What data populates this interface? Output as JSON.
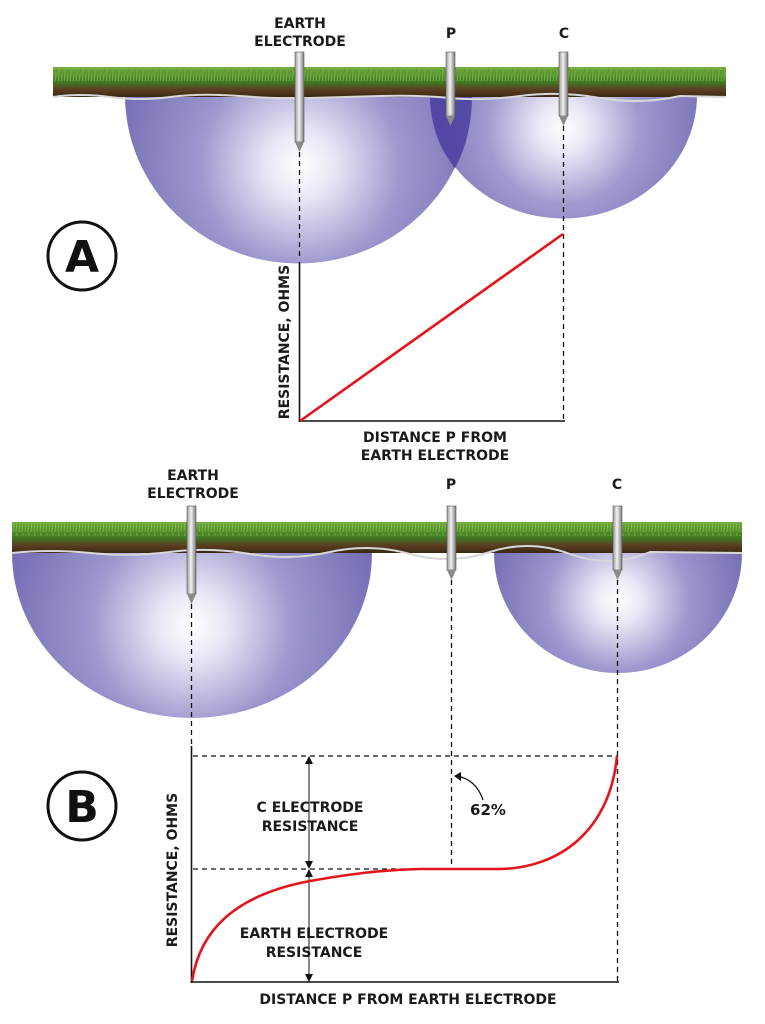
{
  "panel_a": {
    "badge": "A",
    "earth_electrode_line1": "EARTH",
    "earth_electrode_line2": "ELECTRODE",
    "p_label": "P",
    "c_label": "C",
    "y_axis_label": "RESISTANCE, OHMS",
    "x_axis_line1": "DISTANCE P FROM",
    "x_axis_line2": "EARTH ELECTRODE"
  },
  "panel_b": {
    "badge": "B",
    "earth_electrode_line1": "EARTH",
    "earth_electrode_line2": "ELECTRODE",
    "p_label": "P",
    "c_label": "C",
    "y_axis_label": "RESISTANCE, OHMS",
    "x_axis_label": "DISTANCE P FROM EARTH ELECTRODE",
    "c_res_line1": "C ELECTRODE",
    "c_res_line2": "RESISTANCE",
    "e_res_line1": "EARTH ELECTRODE",
    "e_res_line2": "RESISTANCE",
    "percent_label": "62%"
  },
  "colors": {
    "curve": "#e4141b",
    "hemisphere": "#7b75b8",
    "hemisphere_overlap": "#4a40a0",
    "grass": "#4f8a2a",
    "soil": "#5a3f22"
  }
}
